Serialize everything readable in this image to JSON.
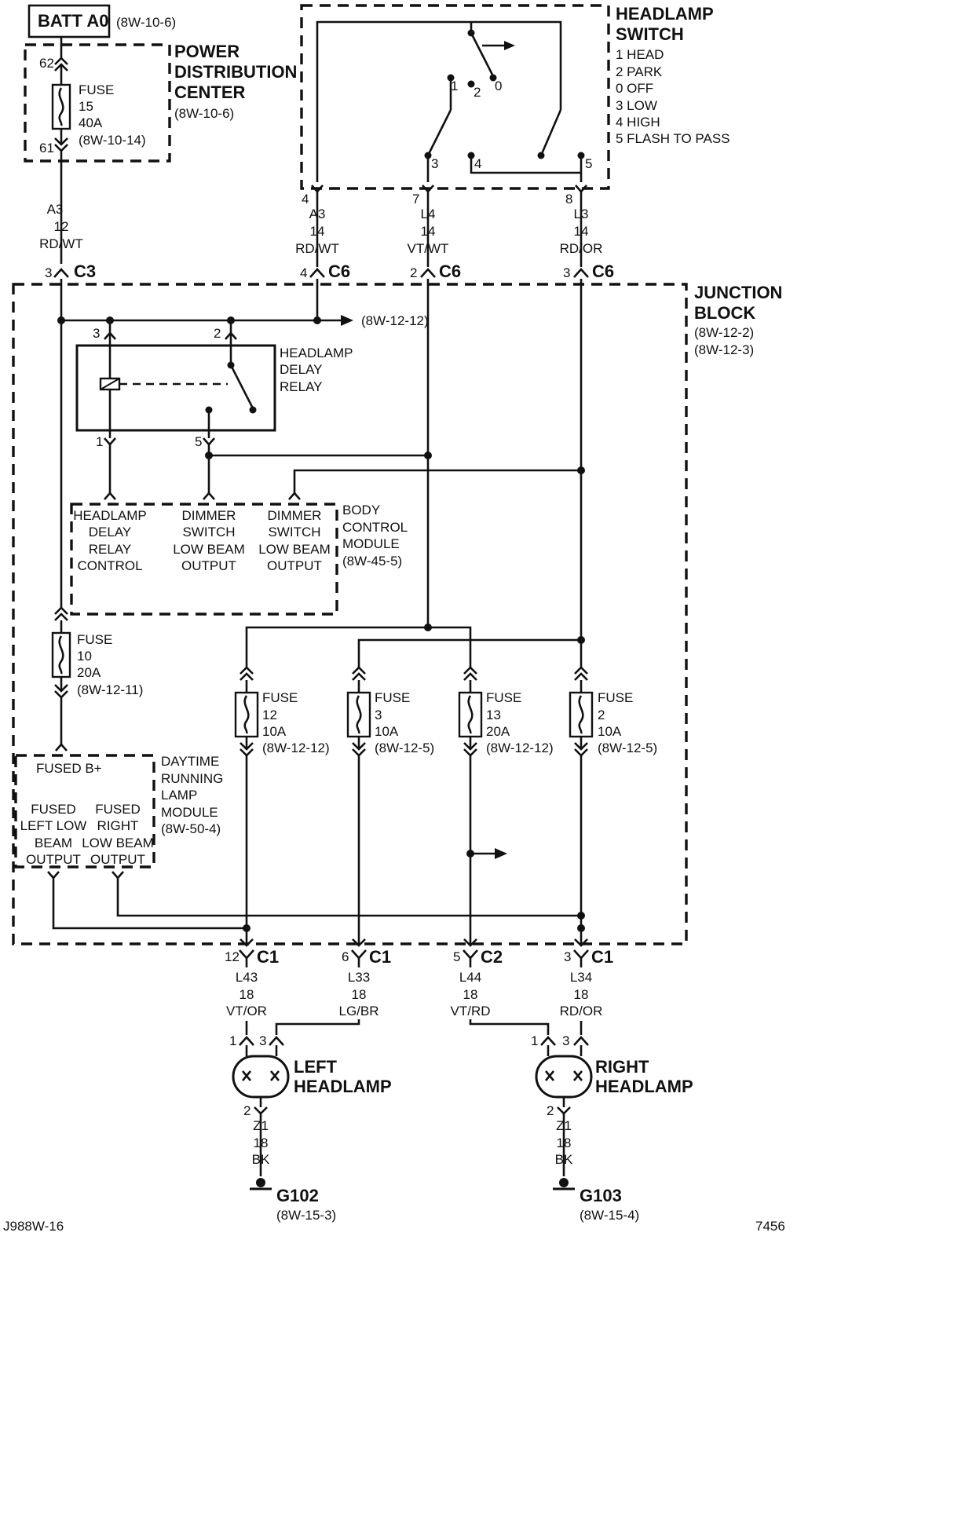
{
  "batt": {
    "label": "BATT A0",
    "ref": "(8W-10-6)"
  },
  "pdc": {
    "l1": "POWER",
    "l2": "DISTRIBUTION",
    "l3": "CENTER",
    "ref": "(8W-10-6)",
    "pin_top": "62",
    "pin_bot": "61"
  },
  "fuse15": {
    "l1": "FUSE",
    "l2": "15",
    "l3": "40A",
    "l4": "(8W-10-14)"
  },
  "wire_a3_left": {
    "l1": "A3",
    "l2": "12",
    "l3": "RD/WT"
  },
  "c3": {
    "pin": "3",
    "name": "C3"
  },
  "switch": {
    "title1": "HEADLAMP",
    "title2": "SWITCH",
    "positions": [
      "1 HEAD",
      "2 PARK",
      "0 OFF",
      "3 LOW",
      "4 HIGH",
      "5 FLASH TO PASS"
    ],
    "contacts": {
      "c1": "1",
      "c2": "2",
      "c0": "0",
      "c3": "3",
      "c4": "4",
      "c5": "5"
    },
    "out_pins": [
      "4",
      "7",
      "8"
    ]
  },
  "wires_top": [
    {
      "l1": "A3",
      "l2": "14",
      "l3": "RD/WT"
    },
    {
      "l1": "L4",
      "l2": "14",
      "l3": "VT/WT"
    },
    {
      "l1": "L3",
      "l2": "14",
      "l3": "RD/OR"
    }
  ],
  "c6": [
    {
      "pin": "4",
      "name": "C6"
    },
    {
      "pin": "2",
      "name": "C6"
    },
    {
      "pin": "3",
      "name": "C6"
    }
  ],
  "jb": {
    "l1": "JUNCTION",
    "l2": "BLOCK",
    "ref1": "(8W-12-2)",
    "ref2": "(8W-12-3)"
  },
  "bus_ref": "(8W-12-12)",
  "relay": {
    "l1": "HEADLAMP",
    "l2": "DELAY",
    "l3": "RELAY",
    "p3": "3",
    "p2": "2",
    "p1": "1",
    "p5": "5"
  },
  "bcm": {
    "col1": [
      "HEADLAMP",
      "DELAY",
      "RELAY",
      "CONTROL"
    ],
    "col2": [
      "DIMMER",
      "SWITCH",
      "LOW BEAM",
      "OUTPUT"
    ],
    "col3": [
      "DIMMER",
      "SWITCH",
      "LOW BEAM",
      "OUTPUT"
    ],
    "name": [
      "BODY",
      "CONTROL",
      "MODULE",
      "(8W-45-5)"
    ]
  },
  "fuse10": {
    "l1": "FUSE",
    "l2": "10",
    "l3": "20A",
    "l4": "(8W-12-11)"
  },
  "fuses_low": [
    {
      "l1": "FUSE",
      "l2": "12",
      "l3": "10A",
      "l4": "(8W-12-12)"
    },
    {
      "l1": "FUSE",
      "l2": "3",
      "l3": "10A",
      "l4": "(8W-12-5)"
    },
    {
      "l1": "FUSE",
      "l2": "13",
      "l3": "20A",
      "l4": "(8W-12-12)"
    },
    {
      "l1": "FUSE",
      "l2": "2",
      "l3": "10A",
      "l4": "(8W-12-5)"
    }
  ],
  "drl": {
    "fused_b": "FUSED B+",
    "left": [
      "FUSED",
      "LEFT LOW",
      "BEAM",
      "OUTPUT"
    ],
    "right": [
      "FUSED",
      "RIGHT",
      "LOW BEAM",
      "OUTPUT"
    ],
    "name": [
      "DAYTIME",
      "RUNNING",
      "LAMP",
      "MODULE",
      "(8W-50-4)"
    ]
  },
  "bottom_conn": [
    {
      "pin": "12",
      "name": "C1"
    },
    {
      "pin": "6",
      "name": "C1"
    },
    {
      "pin": "5",
      "name": "C2"
    },
    {
      "pin": "3",
      "name": "C1"
    }
  ],
  "wires_bottom": [
    {
      "l1": "L43",
      "l2": "18",
      "l3": "VT/OR"
    },
    {
      "l1": "L33",
      "l2": "18",
      "l3": "LG/BR"
    },
    {
      "l1": "L44",
      "l2": "18",
      "l3": "VT/RD"
    },
    {
      "l1": "L34",
      "l2": "18",
      "l3": "RD/OR"
    }
  ],
  "left_lamp": {
    "p1": "1",
    "p3": "3",
    "l1": "LEFT",
    "l2": "HEADLAMP",
    "p2": "2"
  },
  "right_lamp": {
    "p1": "1",
    "p3": "3",
    "l1": "RIGHT",
    "l2": "HEADLAMP",
    "p2": "2"
  },
  "ground_wires": [
    {
      "l1": "Z1",
      "l2": "18",
      "l3": "BK"
    },
    {
      "l1": "Z1",
      "l2": "18",
      "l3": "BK"
    }
  ],
  "grounds": [
    {
      "name": "G102",
      "ref": "(8W-15-3)"
    },
    {
      "name": "G103",
      "ref": "(8W-15-4)"
    }
  ],
  "footer": {
    "code": "J988W-16",
    "num": "7456"
  }
}
